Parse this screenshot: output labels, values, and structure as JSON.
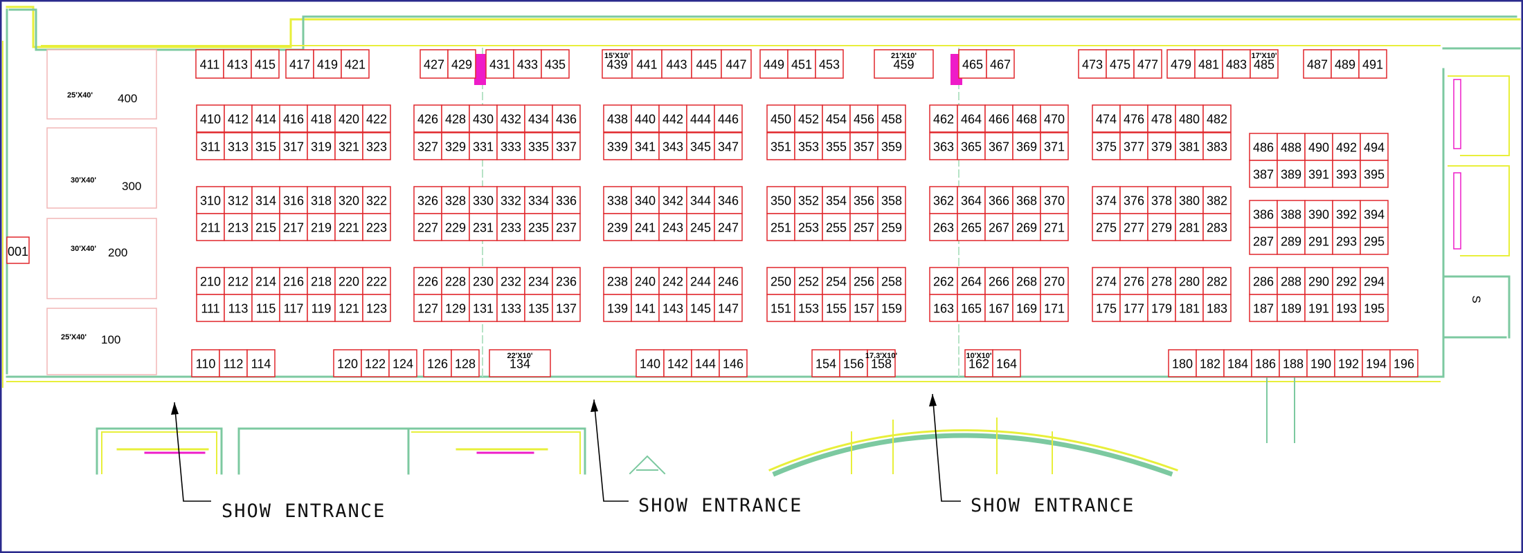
{
  "floorplan": {
    "booth_rows": {
      "top": [
        [
          "411",
          "413",
          "415"
        ],
        [
          "417",
          "419",
          "421"
        ],
        [
          "427",
          "429"
        ],
        [
          "431",
          "433",
          "435"
        ],
        [
          "439",
          "441",
          "443",
          "445",
          "447"
        ],
        [
          "449",
          "451",
          "453"
        ],
        [
          "459"
        ],
        [
          "465",
          "467"
        ],
        [
          "473",
          "475",
          "477"
        ],
        [
          "479",
          "481",
          "483",
          "485"
        ],
        [
          "487",
          "489",
          "491"
        ]
      ],
      "aisle_left": [
        [
          "410",
          "412",
          "414",
          "416",
          "418",
          "420",
          "422"
        ],
        [
          "311",
          "313",
          "315",
          "317",
          "319",
          "321",
          "323"
        ],
        [
          "310",
          "312",
          "314",
          "316",
          "318",
          "320",
          "322"
        ],
        [
          "211",
          "213",
          "215",
          "217",
          "219",
          "221",
          "223"
        ],
        [
          "210",
          "212",
          "214",
          "216",
          "218",
          "220",
          "222"
        ],
        [
          "111",
          "113",
          "115",
          "117",
          "119",
          "121",
          "123"
        ]
      ],
      "aisle_2": [
        [
          "426",
          "428",
          "430",
          "432",
          "434",
          "436"
        ],
        [
          "327",
          "329",
          "331",
          "333",
          "335",
          "337"
        ],
        [
          "326",
          "328",
          "330",
          "332",
          "334",
          "336"
        ],
        [
          "227",
          "229",
          "231",
          "233",
          "235",
          "237"
        ],
        [
          "226",
          "228",
          "230",
          "232",
          "234",
          "236"
        ],
        [
          "127",
          "129",
          "131",
          "133",
          "135",
          "137"
        ]
      ],
      "aisle_3": [
        [
          "438",
          "440",
          "442",
          "444",
          "446"
        ],
        [
          "339",
          "341",
          "343",
          "345",
          "347"
        ],
        [
          "338",
          "340",
          "342",
          "344",
          "346"
        ],
        [
          "239",
          "241",
          "243",
          "245",
          "247"
        ],
        [
          "238",
          "240",
          "242",
          "244",
          "246"
        ],
        [
          "139",
          "141",
          "143",
          "145",
          "147"
        ]
      ],
      "aisle_4": [
        [
          "450",
          "452",
          "454",
          "456",
          "458"
        ],
        [
          "351",
          "353",
          "355",
          "357",
          "359"
        ],
        [
          "350",
          "352",
          "354",
          "356",
          "358"
        ],
        [
          "251",
          "253",
          "255",
          "257",
          "259"
        ],
        [
          "250",
          "252",
          "254",
          "256",
          "258"
        ],
        [
          "151",
          "153",
          "155",
          "157",
          "159"
        ]
      ],
      "aisle_5": [
        [
          "462",
          "464",
          "466",
          "468",
          "470"
        ],
        [
          "363",
          "365",
          "367",
          "369",
          "371"
        ],
        [
          "362",
          "364",
          "366",
          "368",
          "370"
        ],
        [
          "263",
          "265",
          "267",
          "269",
          "271"
        ],
        [
          "262",
          "264",
          "266",
          "268",
          "270"
        ],
        [
          "163",
          "165",
          "167",
          "169",
          "171"
        ]
      ],
      "aisle_6": [
        [
          "474",
          "476",
          "478",
          "480",
          "482"
        ],
        [
          "375",
          "377",
          "379",
          "381",
          "383"
        ],
        [
          "374",
          "376",
          "378",
          "380",
          "382"
        ],
        [
          "275",
          "277",
          "279",
          "281",
          "283"
        ],
        [
          "274",
          "276",
          "278",
          "280",
          "282"
        ],
        [
          "175",
          "177",
          "179",
          "181",
          "183"
        ]
      ],
      "aisle_7": [
        [
          "486",
          "488",
          "490",
          "492",
          "494"
        ],
        [
          "387",
          "389",
          "391",
          "393",
          "395"
        ],
        [
          "386",
          "388",
          "390",
          "392",
          "394"
        ],
        [
          "287",
          "289",
          "291",
          "293",
          "295"
        ],
        [
          "286",
          "288",
          "290",
          "292",
          "294"
        ],
        [
          "187",
          "189",
          "191",
          "193",
          "195"
        ]
      ],
      "bottom": [
        [
          "110",
          "112",
          "114"
        ],
        [
          "120",
          "122",
          "124"
        ],
        [
          "126",
          "128"
        ],
        [
          "134"
        ],
        [
          "140",
          "142",
          "144",
          "146"
        ],
        [
          "154",
          "156",
          "158"
        ],
        [
          "162",
          "164"
        ],
        [
          "180",
          "182",
          "184",
          "186",
          "188",
          "190",
          "192",
          "194",
          "196"
        ]
      ]
    },
    "size_labels": {
      "b439": "15'X10'",
      "b459": "21'X10'",
      "b485": "17'X10'",
      "b134": "22'X10'",
      "b158": "17.3'X10'",
      "b162": "10'X10'"
    },
    "large_blocks": [
      {
        "number": "400",
        "size": "25'X40'"
      },
      {
        "number": "300",
        "size": "30'X40'"
      },
      {
        "number": "200",
        "size": "30'X40'"
      },
      {
        "number": "100",
        "size": "25'X40'"
      }
    ],
    "single_booth": "001",
    "restroom_label": "S",
    "entrances": [
      "SHOW ENTRANCE",
      "SHOW ENTRANCE",
      "SHOW ENTRANCE"
    ],
    "colors": {
      "booth_outline": "#e0262b",
      "wall_green": "#7cc9a0",
      "wall_yellow": "#e8ef3a",
      "accent_magenta": "#ee1cc8",
      "frame": "#2a2a8c"
    }
  }
}
